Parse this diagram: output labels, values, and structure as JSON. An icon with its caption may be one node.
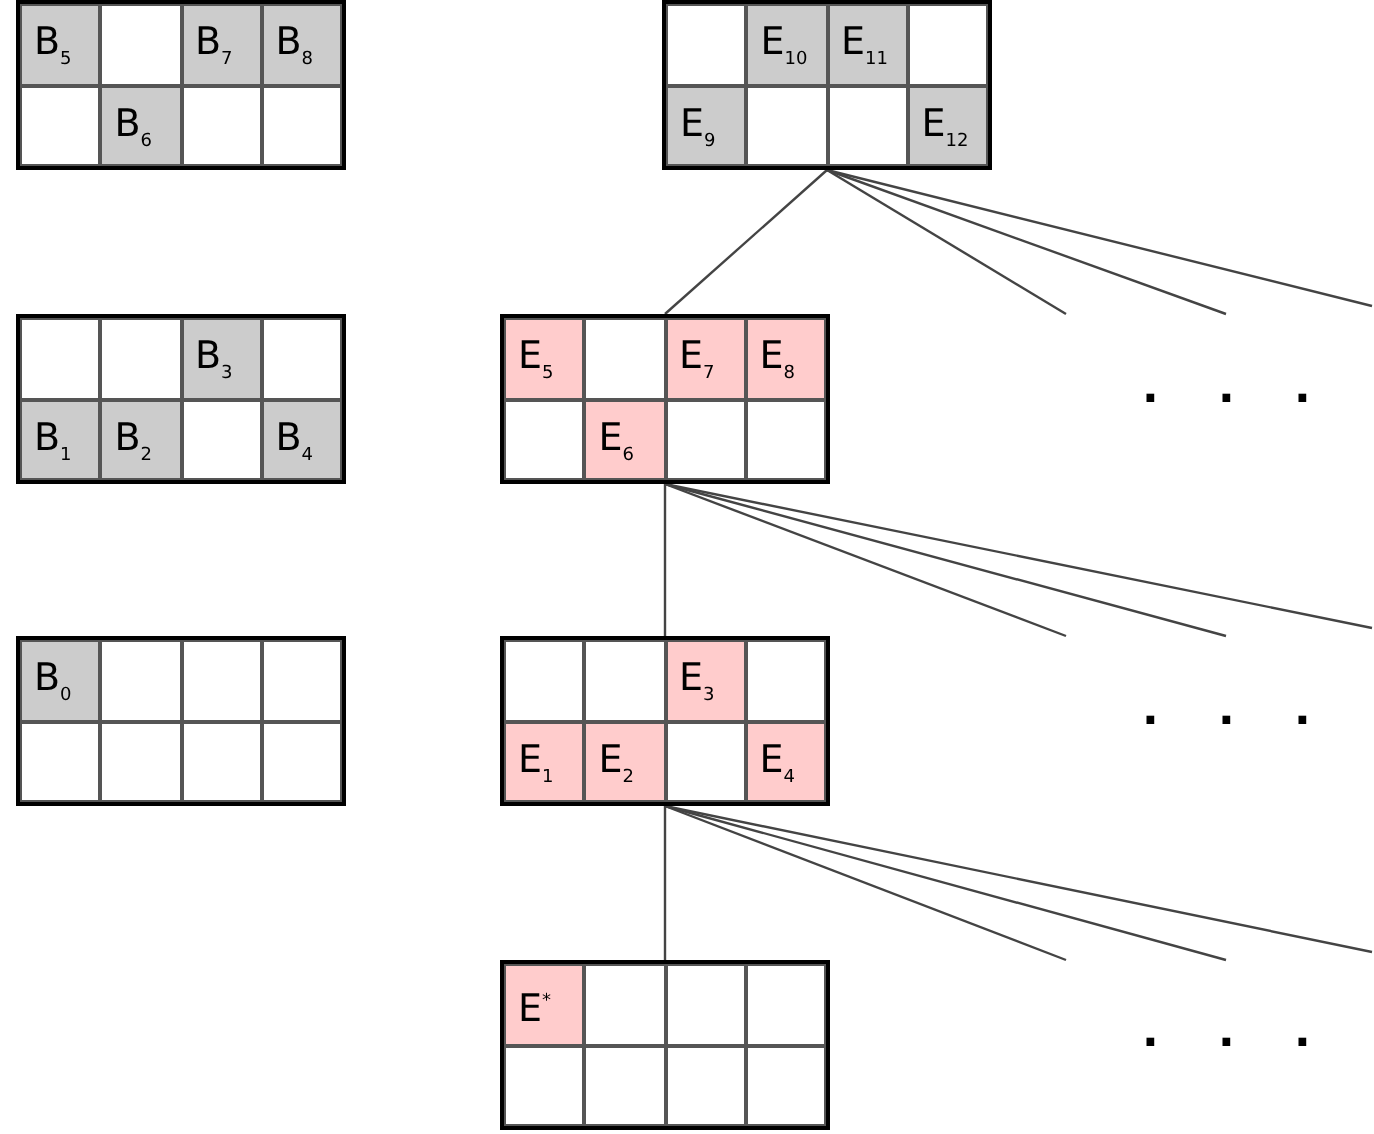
{
  "diagram": {
    "nodes": [
      {
        "text": [],
        "shape": "box"
      },
      {
        "text": [
          "B$_{5}$"
        ],
        "in": 0
      },
      {
        "text": [],
        "shape": "box",
        "in": 0
      },
      {
        "text": [
          "B$_{7}$"
        ],
        "in": 0
      },
      {
        "text": [
          "B$_{8}$"
        ],
        "in": 0
      },
      {
        "text": [],
        "shape": "box",
        "in": 0
      },
      {
        "text": [
          "B$_{6}$"
        ],
        "in": 0
      },
      {
        "text": [],
        "shape": "box",
        "in": 0
      },
      {
        "text": [],
        "shape": "box",
        "in": 0
      },
      {
        "text": [],
        "shape": "box"
      },
      {
        "text": [],
        "shape": "box",
        "in": 9
      },
      {
        "text": [
          "E$_{10}$"
        ],
        "in": 9
      },
      {
        "text": [
          "E$_{11}$"
        ],
        "in": 9
      },
      {
        "text": [],
        "shape": "box",
        "in": 9
      },
      {
        "text": [
          "E$_{9}$"
        ],
        "in": 9
      },
      {
        "text": [],
        "shape": "box",
        "in": 9
      },
      {
        "text": [],
        "shape": "box",
        "in": 9
      },
      {
        "text": [
          "E$_{12}$"
        ],
        "in": 9
      },
      {
        "text": [],
        "shape": "box"
      },
      {
        "text": [],
        "shape": "box",
        "in": 18
      },
      {
        "text": [],
        "shape": "box",
        "in": 18
      },
      {
        "text": [
          "B$_{3}$"
        ],
        "in": 18
      },
      {
        "text": [],
        "shape": "box",
        "in": 18
      },
      {
        "text": [
          "B$_{1}$"
        ],
        "in": 18
      },
      {
        "text": [
          "B$_{2}$"
        ],
        "in": 18
      },
      {
        "text": [],
        "shape": "box",
        "in": 18
      },
      {
        "text": [
          "B$_{4}$"
        ],
        "in": 18
      },
      {
        "text": [],
        "shape": "box"
      },
      {
        "text": [
          "E$_{5}$"
        ],
        "in": 27
      },
      {
        "text": [],
        "shape": "box",
        "in": 27
      },
      {
        "text": [
          "E$_{7}$"
        ],
        "in": 27
      },
      {
        "text": [
          "E$_{8}$"
        ],
        "in": 27
      },
      {
        "text": [],
        "shape": "box",
        "in": 27
      },
      {
        "text": [
          "E$_{6}$"
        ],
        "in": 27
      },
      {
        "text": [],
        "shape": "box",
        "in": 27
      },
      {
        "text": [],
        "shape": "box",
        "in": 27
      },
      {
        "text": [],
        "shape": "box"
      },
      {
        "text": [
          "B$_{0}$"
        ],
        "in": 36
      },
      {
        "text": [],
        "shape": "box",
        "in": 36
      },
      {
        "text": [],
        "shape": "box",
        "in": 36
      },
      {
        "text": [],
        "shape": "box",
        "in": 36
      },
      {
        "text": [],
        "shape": "box",
        "in": 36
      },
      {
        "text": [],
        "shape": "box",
        "in": 36
      },
      {
        "text": [],
        "shape": "box",
        "in": 36
      },
      {
        "text": [],
        "shape": "box",
        "in": 36
      },
      {
        "text": [],
        "shape": "box"
      },
      {
        "text": [],
        "shape": "box",
        "in": 45
      },
      {
        "text": [],
        "shape": "box",
        "in": 45
      },
      {
        "text": [
          "E$_{3}$"
        ],
        "in": 45
      },
      {
        "text": [],
        "shape": "box",
        "in": 45
      },
      {
        "text": [
          "E$_{1}$"
        ],
        "in": 45
      },
      {
        "text": [
          "E$_{2}$"
        ],
        "in": 45
      },
      {
        "text": [],
        "shape": "box",
        "in": 45
      },
      {
        "text": [
          "E$_{4}$"
        ],
        "in": 45
      },
      {
        "text": [],
        "shape": "box"
      },
      {
        "text": [
          "E$^{*}$"
        ],
        "in": 54
      },
      {
        "text": [],
        "shape": "box",
        "in": 54
      },
      {
        "text": [],
        "shape": "box",
        "in": 54
      },
      {
        "text": [],
        "shape": "box",
        "in": 54
      },
      {
        "text": [],
        "shape": "box",
        "in": 54
      },
      {
        "text": [],
        "shape": "box",
        "in": 54
      },
      {
        "text": [],
        "shape": "box",
        "in": 54
      },
      {
        "text": [],
        "shape": "box",
        "in": 54
      }
    ],
    "edges": [
      {
        "from": 9,
        "to": 27,
        "arrow": "none"
      },
      {
        "from": 9,
        "to": null,
        "arrow": "none"
      },
      {
        "from": 9,
        "to": null,
        "arrow": "none"
      },
      {
        "from": 9,
        "to": null,
        "arrow": "none"
      },
      {
        "from": 27,
        "to": 45,
        "arrow": "none"
      },
      {
        "from": 27,
        "to": null,
        "arrow": "none"
      },
      {
        "from": 27,
        "to": null,
        "arrow": "none"
      },
      {
        "from": 27,
        "to": null,
        "arrow": "none"
      },
      {
        "from": 45,
        "to": 54,
        "arrow": "none"
      },
      {
        "from": 45,
        "to": null,
        "arrow": "none"
      },
      {
        "from": 45,
        "to": null,
        "arrow": "none"
      },
      {
        "from": 45,
        "to": null,
        "arrow": "none"
      }
    ],
    "labels": [
      ". . .",
      ". . .",
      ". . ."
    ]
  }
}
